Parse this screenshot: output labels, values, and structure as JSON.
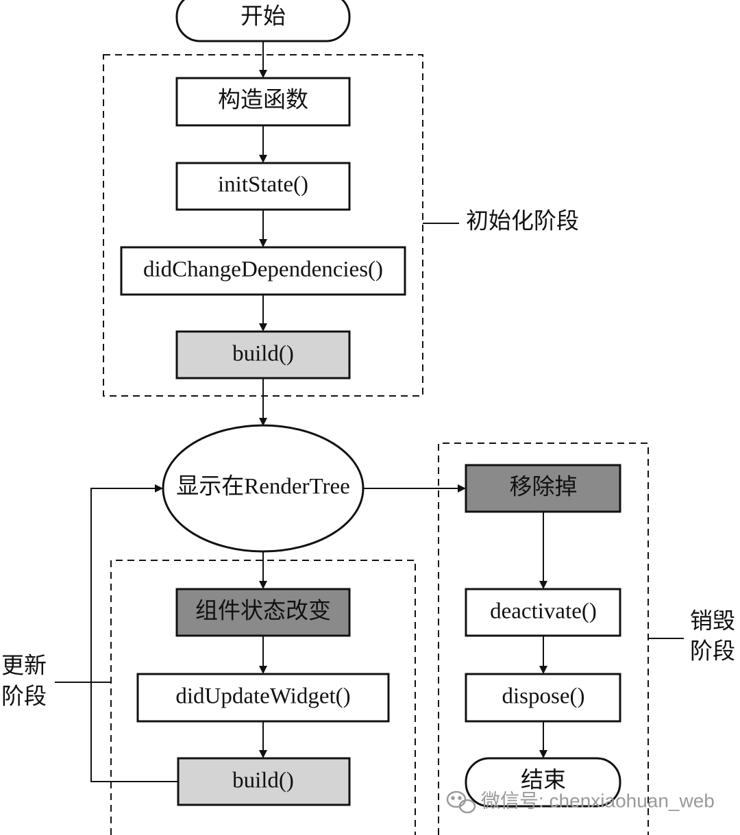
{
  "nodes": {
    "start": "开始",
    "constructor": "构造函数",
    "init_state": "initState()",
    "did_change_dependencies": "didChangeDependencies()",
    "build_init": "build()",
    "render_tree": "显示在RenderTree",
    "remove": "移除掉",
    "state_change": "组件状态改变",
    "did_update_widget": "didUpdateWidget()",
    "build_update": "build()",
    "deactivate": "deactivate()",
    "dispose": "dispose()",
    "end": "结束"
  },
  "stages": {
    "init": "初始化阶段",
    "update_line1": "更新",
    "update_line2": "阶段",
    "destroy_line1": "销毁",
    "destroy_line2": "阶段"
  },
  "watermark": "微信号: chenxiaohuan_web",
  "colors": {
    "light_fill": "#d4d4d4",
    "dark_fill": "#8a8a8a",
    "stroke": "#111111",
    "watermark": "#9a9a9a"
  }
}
